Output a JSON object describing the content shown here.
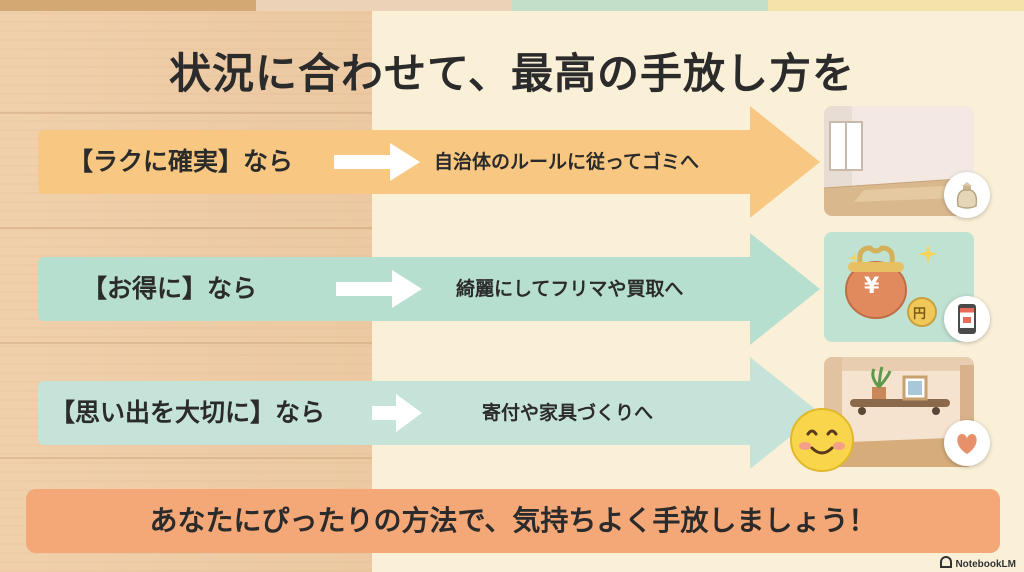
{
  "title": "状況に合わせて、最高の手放し方を",
  "rows": [
    {
      "label": "【ラクに確実】なら",
      "action": "自治体のルールに従ってゴミへ",
      "badge_icon": "trash-bag-icon"
    },
    {
      "label": "【お得に】なら",
      "action": "綺麗にしてフリマや買取へ",
      "badge_icon": "phone-shop-icon",
      "coin_symbol": "円",
      "purse_symbol": "¥"
    },
    {
      "label": "【思い出を大切に】なら",
      "action": "寄付や家具づくりへ",
      "badge_icon": "heart-icon"
    }
  ],
  "bottom_message": "あなたにぴったりの方法で、気持ちよく手放しましょう！",
  "watermark": "NotebookLM",
  "colors": {
    "row1": "#f8c882",
    "row2": "#b7dfcf",
    "row3": "#c6e3da",
    "banner": "#f4a878",
    "wood": "#edcba5",
    "cream": "#faf0d8"
  }
}
